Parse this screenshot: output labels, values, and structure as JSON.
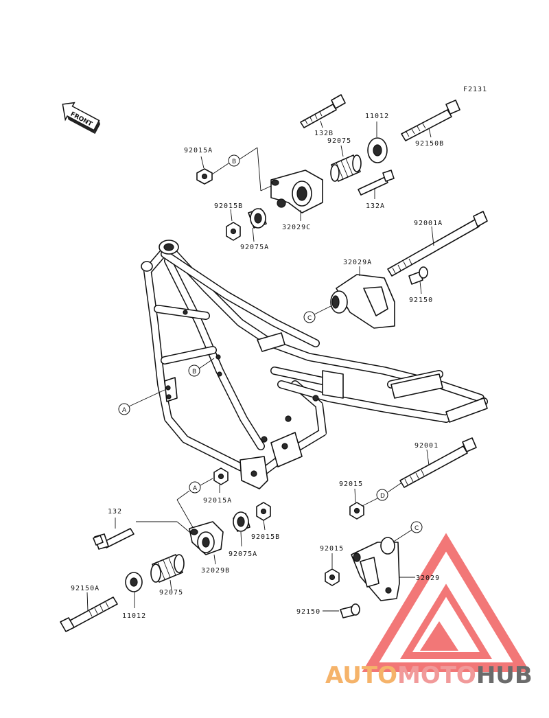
{
  "figure_code": "F2131",
  "front_label": "FRONT",
  "watermark": {
    "part1": "AUTO",
    "part2": "MOTO",
    "part3": "HUB",
    "color1": "#f5b36a",
    "color2": "#f19a9a",
    "color3": "#6b6b6b",
    "triangle_color": "#f06060"
  },
  "refs": {
    "A": "A",
    "B": "B",
    "C": "C",
    "D": "D"
  },
  "parts": {
    "p92015A_top": "92015A",
    "p132B": "132B",
    "p11012_top": "11012",
    "p92075_top": "92075",
    "p92150B": "92150B",
    "p132A": "132A",
    "p92015B_top": "92015B",
    "p32029C": "32029C",
    "p92075A_top": "92075A",
    "p92001A": "92001A",
    "p32029A": "32029A",
    "p92150_mid": "92150",
    "p92001": "92001",
    "p92015_mid": "92015",
    "p132": "132",
    "p92015A_bot": "92015A",
    "p92015B_bot": "92015B",
    "p92075A_bot": "92075A",
    "p32029B": "32029B",
    "p92015_bot": "92015",
    "p92150A": "92150A",
    "p92075_bot": "92075",
    "p11012_bot": "11012",
    "p32029": "32029",
    "p92150_bot": "92150"
  }
}
